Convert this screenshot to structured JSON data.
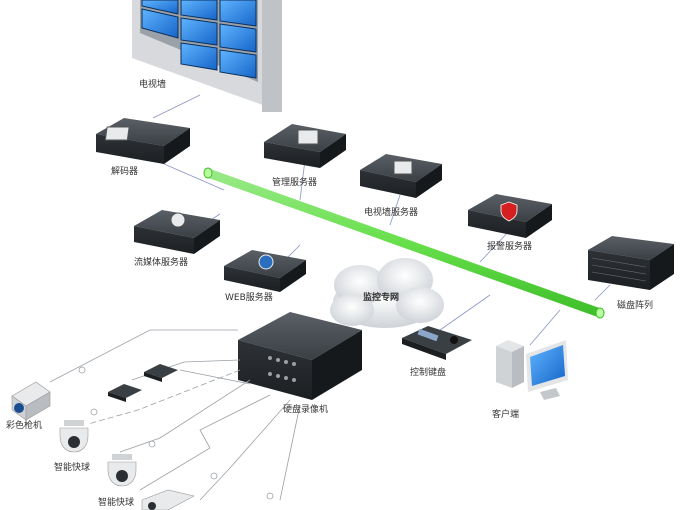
{
  "labels": {
    "tv_wall": "电视墙",
    "decoder": "解码器",
    "mgmt_server": "管理服务器",
    "tvwall_server": "电视墙服务器",
    "alarm_server": "报警服务器",
    "stream_server": "流媒体服务器",
    "web_server": "WEB服务器",
    "monitor_net": "监控专网",
    "disk_array": "磁盘阵列",
    "control_keyboard": "控制键盘",
    "client": "客户端",
    "dvr": "硬盘录像机",
    "color_gun_camera": "彩色枪机",
    "speed_dome_1": "智能快球",
    "speed_dome_2": "智能快球"
  },
  "icons": {
    "decoder": "film-strip-icon",
    "mgmt_server": "monitor-hand-icon",
    "tvwall_server": "tv-icon",
    "alarm_server": "shield-alert-icon",
    "stream_server": "film-reel-icon",
    "web_server": "globe-icon"
  },
  "colors": {
    "backbone": "#7cf05c",
    "device_dark": "#2b2f33",
    "screen_blue": "#1f7fe0",
    "link_line": "#8a93c8",
    "cable_line": "#9aa0a6"
  }
}
